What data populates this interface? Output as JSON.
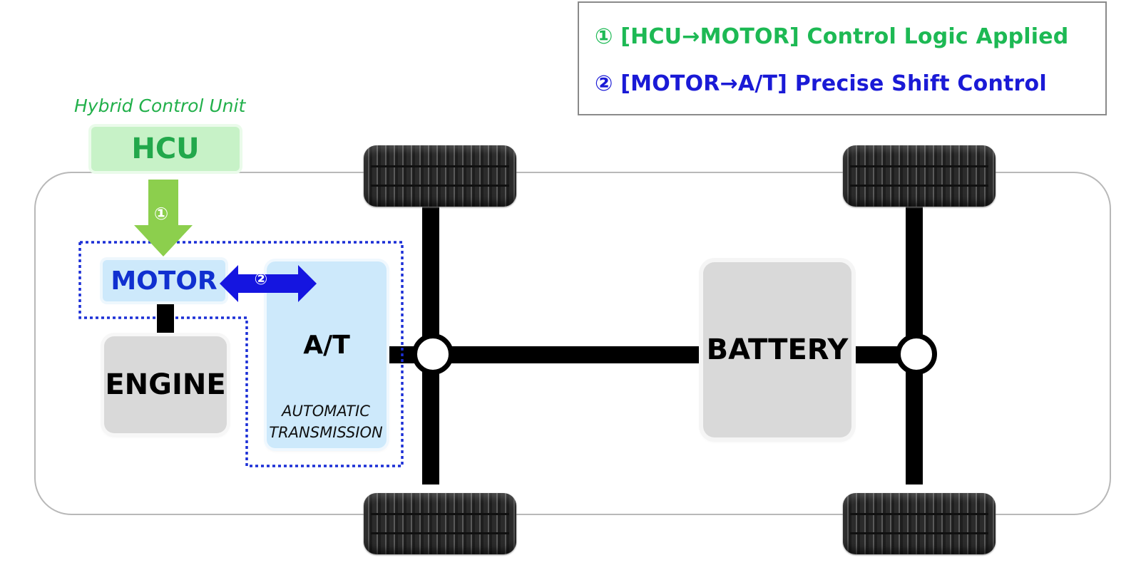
{
  "legend": {
    "line1": "① [HCU→MOTOR] Control Logic Applied",
    "line2": "② [MOTOR→A/T] Precise Shift Control",
    "line1_color": "#1db954",
    "line2_color": "#1a1ad6"
  },
  "hcu": {
    "caption": "Hybrid Control Unit",
    "label": "HCU"
  },
  "motor": {
    "label": "MOTOR"
  },
  "engine": {
    "label": "ENGINE"
  },
  "transmission": {
    "label": "A/T",
    "caption_line1": "AUTOMATIC",
    "caption_line2": "TRANSMISSION"
  },
  "battery": {
    "label": "BATTERY"
  },
  "arrows": {
    "hcu_to_motor": "①",
    "motor_to_at": "②"
  },
  "colors": {
    "hcu_green": "#22a84b",
    "arrow_green": "#8ccf4d",
    "motor_blue": "#1030d0",
    "arrow_blue": "#1515e0",
    "dotted_outline": "#1b2fd6",
    "block_light_blue": "#cde9fb",
    "block_grey": "#d9d9d9"
  }
}
